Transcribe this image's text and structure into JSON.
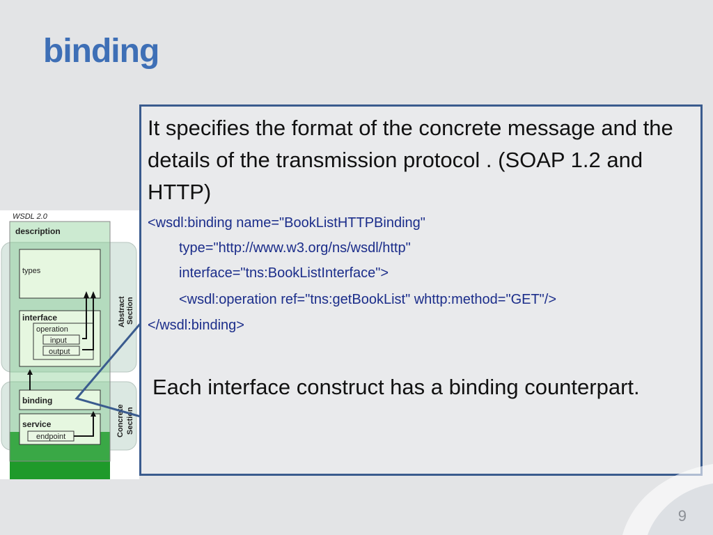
{
  "slide": {
    "title": "binding",
    "paragraph1": "It specifies the format of the concrete message and the details of the transmission protocol . (SOAP 1.2 and HTTP)",
    "code": [
      "<wsdl:binding name=\"BookListHTTPBinding\"",
      "type=\"http://www.w3.org/ns/wsdl/http\"",
      "interface=\"tns:BookListInterface\">",
      "<wsdl:operation ref=\"tns:getBookList\" whttp:method=\"GET\"/>",
      "</wsdl:binding>"
    ],
    "paragraph2": "Each interface construct has a binding counterpart.",
    "page_number": "9"
  },
  "diagram": {
    "heading": "WSDL 2.0",
    "description": "description",
    "types": "types",
    "interface": "interface",
    "operation": "operation",
    "input": "input",
    "output": "output",
    "binding": "binding",
    "service": "service",
    "endpoint": "endpoint",
    "abstract_section": [
      "Abstract",
      "Section"
    ],
    "concrete_section": [
      "Concrete",
      "Section"
    ],
    "colors": {
      "section_bg": "#dbe8e2",
      "box_fill": "#dff5d8",
      "green_band": "#1f9a2a",
      "box_border": "#333333"
    }
  },
  "theme": {
    "title_color": "#3e6fb6",
    "frame_color": "#3a5b8e",
    "code_color": "#1b2d8a"
  }
}
